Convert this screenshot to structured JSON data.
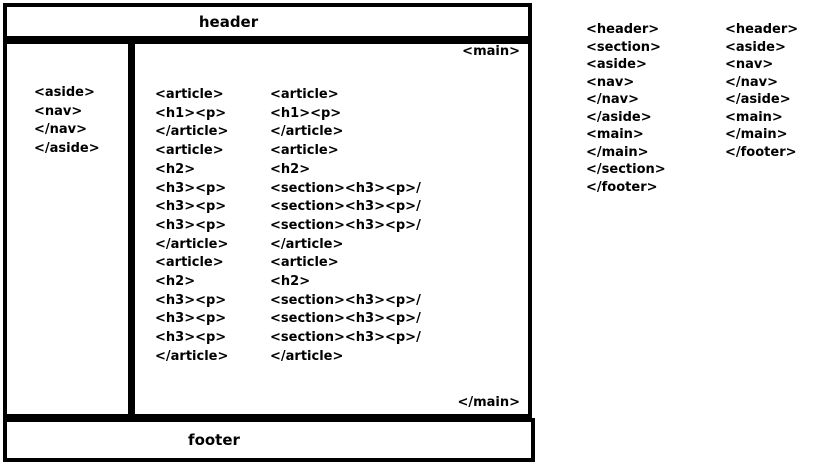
{
  "diagram": {
    "header_label": "header",
    "footer_label": "footer",
    "main_open_label": "<main>",
    "main_close_label": "</main>",
    "aside_lines": [
      "<aside>",
      "<nav>",
      "</nav>",
      "</aside>"
    ],
    "main_col1_lines": [
      "<article>",
      "<h1><p>",
      "</article>",
      "<article>",
      "<h2>",
      "<h3><p>",
      "<h3><p>",
      "<h3><p>",
      "</article>",
      "<article>",
      "<h2>",
      "<h3><p>",
      "<h3><p>",
      "<h3><p>",
      "</article>"
    ],
    "main_col2_lines": [
      "<article>",
      "<h1><p>",
      "</article>",
      "<article>",
      "<h2>",
      "<section><h3><p>/",
      "<section><h3><p>/",
      "<section><h3><p>/",
      "</article>",
      "<article>",
      "<h2>",
      "<section><h3><p>/",
      "<section><h3><p>/",
      "<section><h3><p>/",
      "</article>"
    ]
  },
  "side_lists": {
    "list1_lines": [
      "<header>",
      "<section>",
      "<aside>",
      "<nav>",
      "</nav>",
      "</aside>",
      "<main>",
      "</main>",
      "</section>",
      "</footer>"
    ],
    "list2_lines": [
      "<header>",
      "<aside>",
      "<nav>",
      "</nav>",
      "</aside>",
      "<main>",
      "</main>",
      "</footer>"
    ]
  },
  "colors": {
    "ink": "#000000",
    "background": "#ffffff"
  }
}
